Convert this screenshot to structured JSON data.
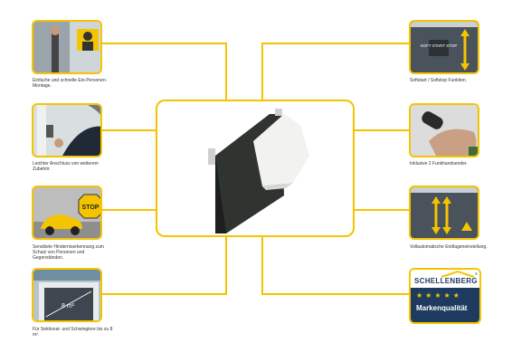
{
  "captions": {
    "left1": "Einfache und schnelle Ein-Personen-Montage.",
    "left2": "Leichter Anschluss von weiterem Zubehör.",
    "left3": "Sensibele Hinderniserkennung zum Schutz von Personen und Gegenständen.",
    "left4": "Für Sektional- und Schwingtore bis zu 8 m².",
    "right1": "Softstart / Softstop Funktion.",
    "right2": "Inklusive 2 Funkhandsender.",
    "right3": "Vollautomatische Endlageneinstellung."
  },
  "tile_text": {
    "softstart": "SOFT START STOP",
    "stop_sign": "STOP",
    "area": "8 m²"
  },
  "brand": {
    "name": "SCHELLENBERG",
    "registered": "®",
    "stars": "★★★★★",
    "quality": "Markenqualität"
  },
  "colors": {
    "accent": "#f5c400",
    "brand_navy": "#1e3a5f"
  }
}
